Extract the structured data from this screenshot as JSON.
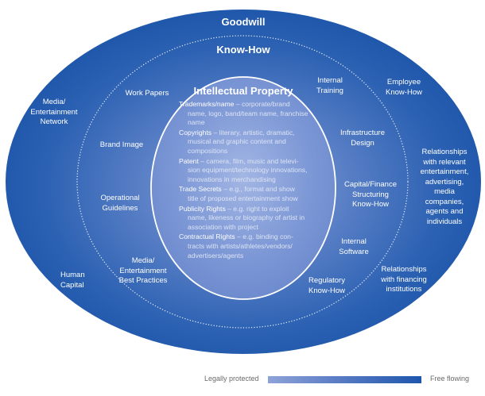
{
  "diagram": {
    "outer_ring": {
      "title": "Goodwill",
      "items": [
        {
          "id": "media-network",
          "label": "Media/\nEntertainment\nNetwork"
        },
        {
          "id": "human-capital",
          "label": "Human\nCapital"
        },
        {
          "id": "employee-know-how",
          "label": "Employee\nKnow-How"
        },
        {
          "id": "relationships-entertainment",
          "label": "Relationships\nwith relevant\nentertainment,\nadvertising,\nmedia\ncompanies,\nagents and\nindividuals"
        },
        {
          "id": "relationships-financing",
          "label": "Relationships\nwith financing\ninstitutions"
        }
      ]
    },
    "middle_ring": {
      "title": "Know-How",
      "items": [
        {
          "id": "work-papers",
          "label": "Work Papers"
        },
        {
          "id": "brand-image",
          "label": "Brand Image"
        },
        {
          "id": "operational-guidelines",
          "label": "Operational\nGuidelines"
        },
        {
          "id": "media-best-practices",
          "label": "Media/\nEntertainment\nBest Practices"
        },
        {
          "id": "internal-training",
          "label": "Internal\nTraining"
        },
        {
          "id": "infrastructure-design",
          "label": "Infrastructure\nDesign"
        },
        {
          "id": "capital-finance",
          "label": "Capital/Finance\nStructuring\nKnow-How"
        },
        {
          "id": "internal-software",
          "label": "Internal\nSoftware"
        },
        {
          "id": "regulatory-know-how",
          "label": "Regulatory\nKnow-How"
        }
      ]
    },
    "core": {
      "title": "Intellectual Property",
      "items": [
        {
          "term": "Trademarks/name",
          "desc": " – corporate/brand",
          "cont": "name, logo, band/team name, franchise name"
        },
        {
          "term": "Copyrights",
          "desc": " – literary, artistic, dramatic,",
          "cont": "musical and graphic content and compositions"
        },
        {
          "term": "Patent",
          "desc": " – camera, film, music and televi-",
          "cont": "sion equipment/technology innovations, innovations in merchandising"
        },
        {
          "term": "Trade Secrets",
          "desc": " – e.g., format and show",
          "cont": "title of proposed entertainment show"
        },
        {
          "term": "Publicity Rights",
          "desc": " – e.g. right to exploit",
          "cont": "name, likeness or biography of artist in association with project"
        },
        {
          "term": "Contractual Rights",
          "desc": " – e.g. binding con-",
          "cont": "tracts with artists/athletes/vendors/ advertisers/agents"
        }
      ]
    },
    "colors": {
      "outer_fill": "#1d56ab",
      "outer_center": "#6f8fd0",
      "text": "#ffffff",
      "core_text": "#dde4f4"
    }
  },
  "legend": {
    "left_label": "Legally protected",
    "right_label": "Free flowing",
    "gradient_start": "#8ea3d8",
    "gradient_end": "#1e56ad"
  }
}
